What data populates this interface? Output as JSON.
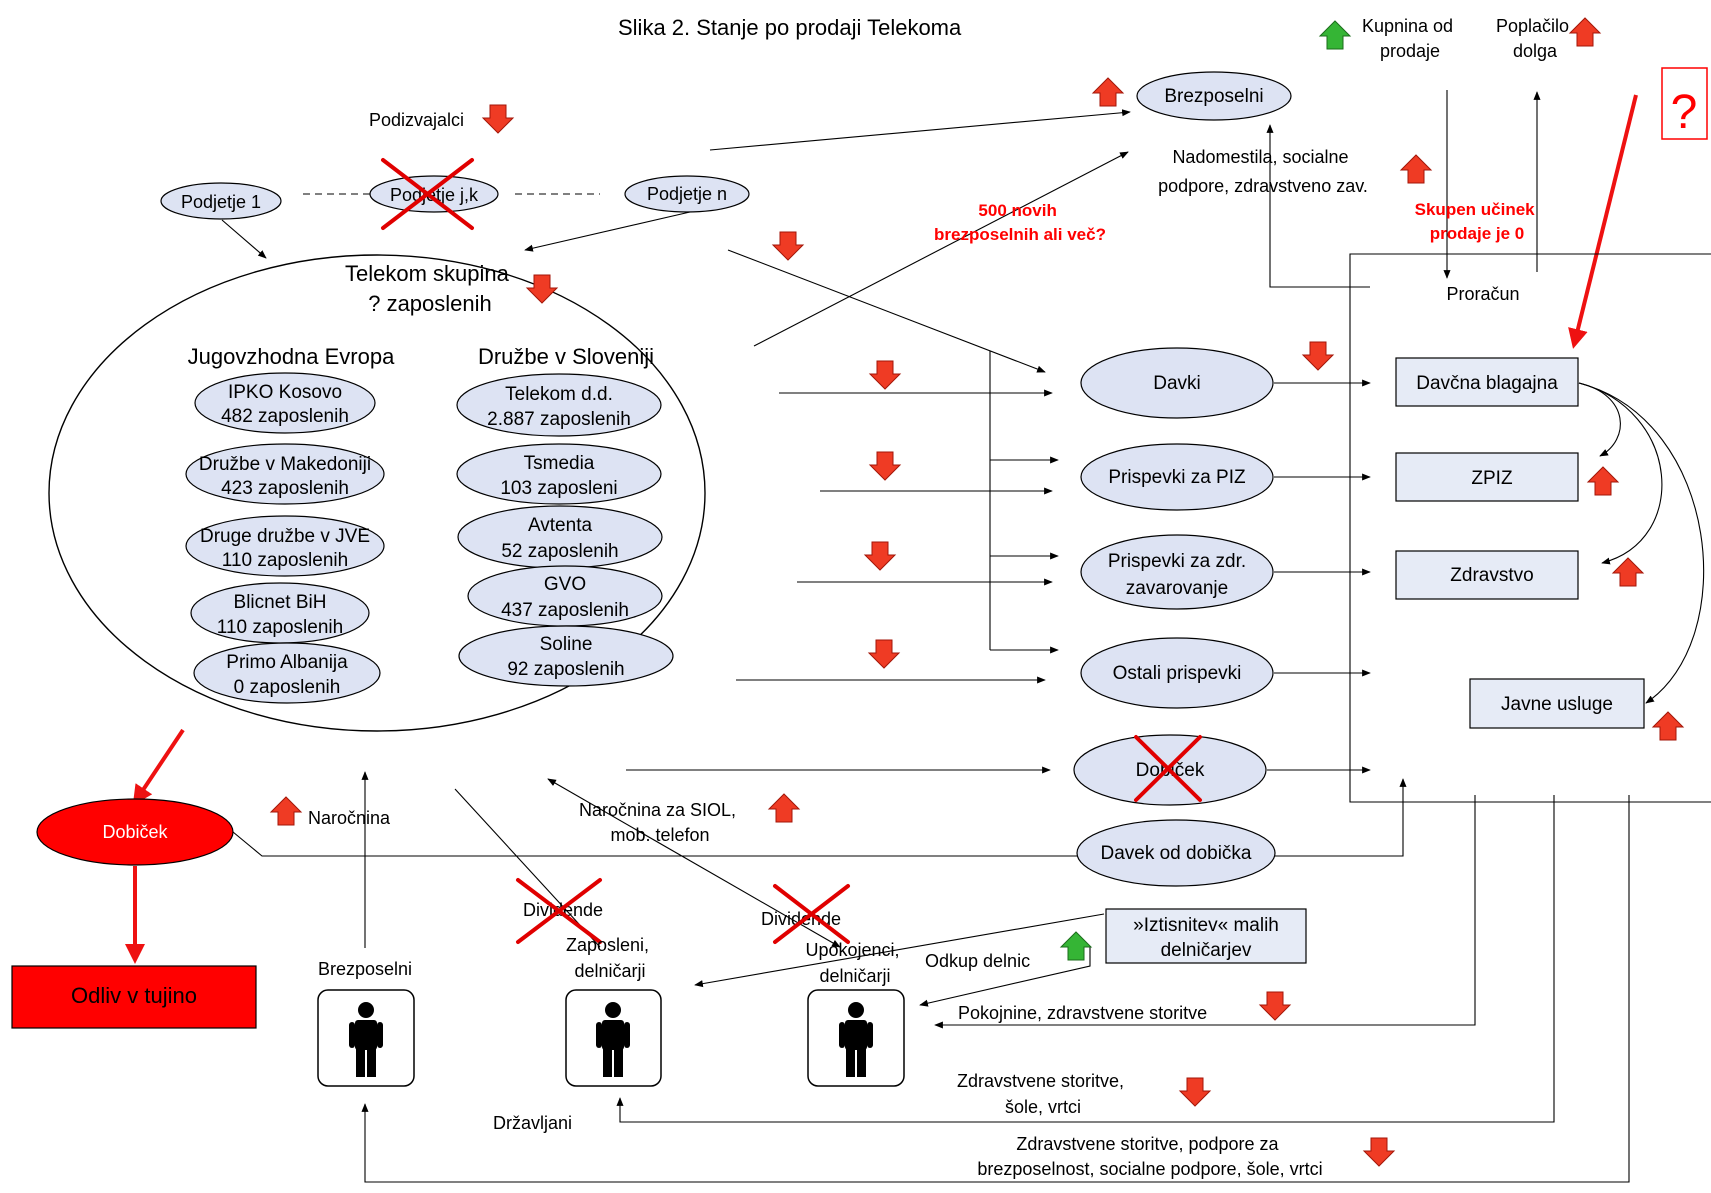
{
  "title": "Slika 2. Stanje po prodaji Telekoma",
  "top_right": {
    "kupnina": [
      "Kupnina od",
      "prodaje"
    ],
    "poplacilo": [
      "Poplačilo",
      "dolga"
    ],
    "question": "?"
  },
  "brezposelni_top": "Brezposelni",
  "nadomestila": [
    "Nadomestila, socialne",
    "podpore, zdravstveno zav."
  ],
  "podizvajalci": "Podizvajalci",
  "podjetja": {
    "p1": "Podjetje 1",
    "pjk": "Podjetje j,k",
    "pn": "Podjetje n"
  },
  "novih_brezposelnih": [
    "500 novih",
    "brezposelnih ali več?"
  ],
  "skupen_ucinek": [
    "Skupen učinek",
    "prodaje je 0"
  ],
  "telekom": {
    "title1": "Telekom skupina",
    "title2": "? zaposlenih"
  },
  "jve": {
    "header": "Jugovzhodna Evropa",
    "items": [
      [
        "IPKO Kosovo",
        "482 zaposlenih"
      ],
      [
        "Družbe v Makedoniji",
        "423 zaposlenih"
      ],
      [
        "Druge družbe v JVE",
        "110 zaposlenih"
      ],
      [
        "Blicnet BiH",
        "110 zaposlenih"
      ],
      [
        "Primo Albanija",
        "0 zaposlenih"
      ]
    ]
  },
  "slo": {
    "header": "Družbe v Sloveniji",
    "items": [
      [
        "Telekom d.d.",
        "2.887 zaposlenih"
      ],
      [
        "Tsmedia",
        "103 zaposleni"
      ],
      [
        "Avtenta",
        "52 zaposlenih"
      ],
      [
        "GVO",
        "437 zaposlenih"
      ],
      [
        "Soline",
        "92 zaposlenih"
      ]
    ]
  },
  "flows": {
    "davki": "Davki",
    "piz": "Prispevki za PIZ",
    "zdr": [
      "Prispevki za zdr.",
      "zavarovanje"
    ],
    "ostali": "Ostali prispevki",
    "dobicek": "Dobiček",
    "davek_dobicka": "Davek od dobička"
  },
  "proracun": {
    "label": "Proračun",
    "davcna": "Davčna blagajna",
    "zpiz": "ZPIZ",
    "zdravstvo": "Zdravstvo",
    "javne": "Javne usluge"
  },
  "left": {
    "dobicek": "Dobiček",
    "odliv": "Odliv v tujino"
  },
  "narocnina": "Naročnina",
  "narocnina_siol": [
    "Naročnina za SIOL,",
    "mob. telefon"
  ],
  "dividende": "Dividende",
  "iztisnitev": [
    "»Iztisnitev« malih",
    "delničarjev"
  ],
  "odkup": "Odkup delnic",
  "people": {
    "brezposelni": "Brezposelni",
    "zaposleni": [
      "Zaposleni,",
      "delničarji"
    ],
    "upokojenci": [
      "Upokojenci,",
      "delničarji"
    ]
  },
  "pokojnine": "Pokojnine, zdravstvene storitve",
  "zdravstvene1": [
    "Zdravstvene storitve,",
    "šole, vrtci"
  ],
  "drzavljani": "Državljani",
  "zdravstvene2": [
    "Zdravstvene storitve, podpore za",
    "brezposelnost, socialne podpore,  šole, vrtci"
  ],
  "colors": {
    "ellipse_fill": "#dde3f3",
    "box_fill": "#e6ebf6",
    "red": "#ff0000",
    "arrow_red": "#ef3b24",
    "arrow_green": "#35b535"
  }
}
